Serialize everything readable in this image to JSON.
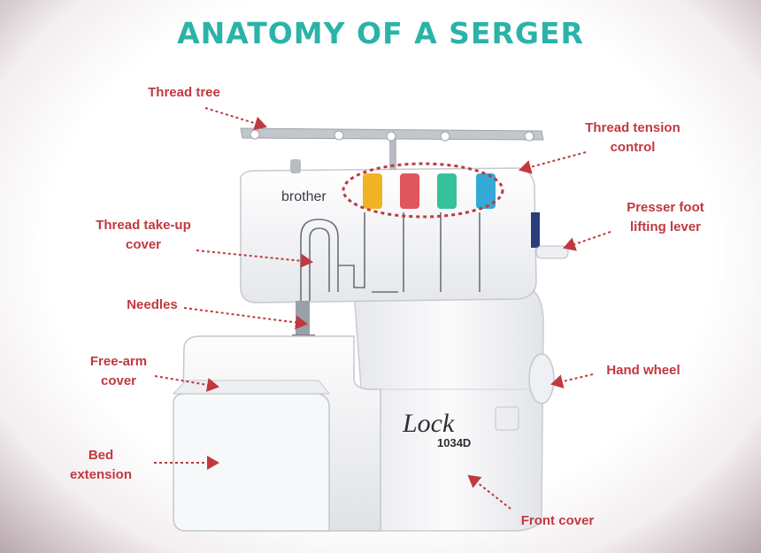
{
  "title": "ANATOMY OF A SERGER",
  "colors": {
    "title": "#2bb3a8",
    "label": "#c0393f",
    "pointer": "#c0393f",
    "dial_yellow": "#f0b323",
    "dial_red": "#e0565a",
    "dial_green": "#35c29a",
    "dial_blue": "#35a9d6"
  },
  "machine": {
    "brand": "brother",
    "model_script": "Lock",
    "model_number": "1034D"
  },
  "labels": {
    "thread_tree": "Thread tree",
    "thread_tension_control": [
      "Thread tension",
      "control"
    ],
    "thread_take_up_cover": [
      "Thread take-up",
      "cover"
    ],
    "presser_foot_lifting_lever": [
      "Presser foot",
      "lifting lever"
    ],
    "needles": "Needles",
    "free_arm_cover": [
      "Free-arm",
      "cover"
    ],
    "hand_wheel": "Hand wheel",
    "bed_extension": [
      "Bed",
      "extension"
    ],
    "front_cover": "Front cover"
  }
}
